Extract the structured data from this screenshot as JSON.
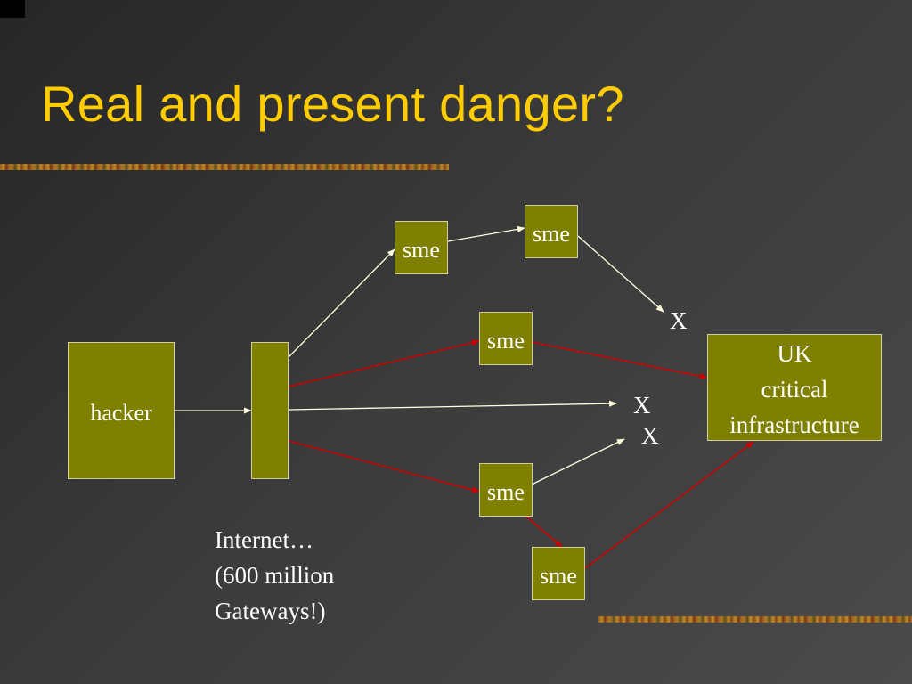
{
  "slide": {
    "title": "Real and present danger?"
  },
  "diagram": {
    "hacker_label": "hacker",
    "sme_label": "sme",
    "target": {
      "lines": [
        "UK",
        "critical",
        "infrastructure"
      ]
    },
    "blocked_marker": "X",
    "internet_caption": [
      "Internet…",
      "(600 million",
      "Gateways!)"
    ]
  },
  "colors": {
    "background": "#3a3a3a",
    "title": "#FFCC00",
    "box_fill": "#808000",
    "benign_arrow": "#ffffe0",
    "attack_arrow": "#cc0000"
  }
}
